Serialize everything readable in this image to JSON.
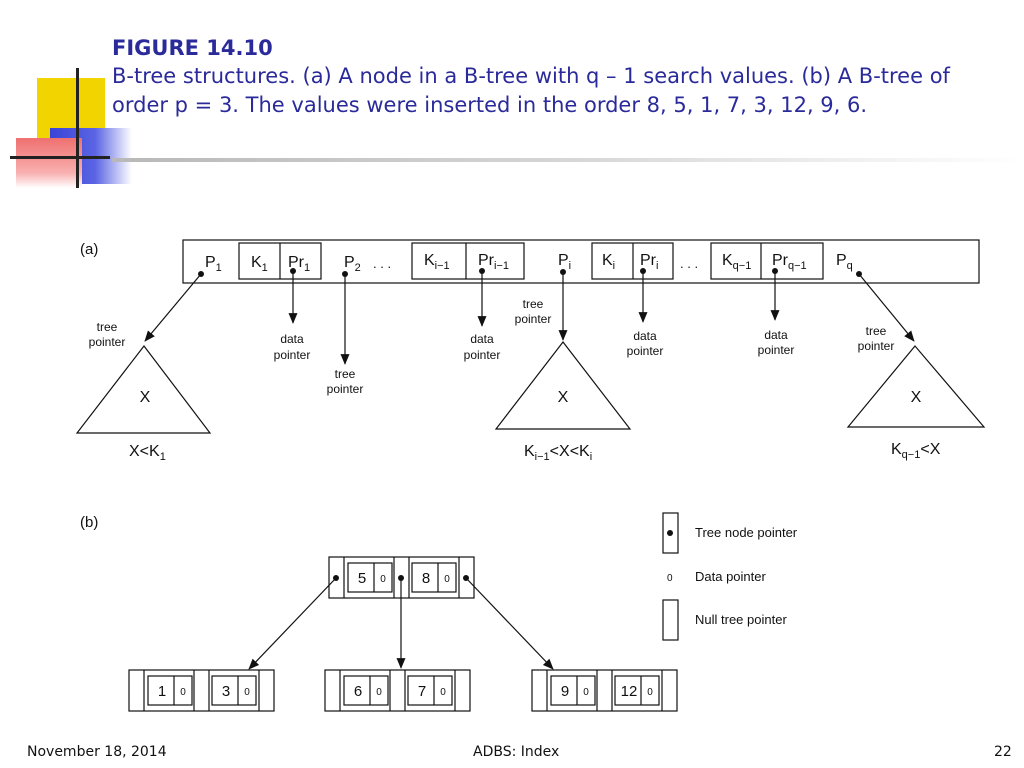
{
  "slide": {
    "figure_title": "FIGURE 14.10",
    "caption": "B-tree structures. (a) A node in a B-tree with q – 1 search  values. (b) A B-tree of order p = 3. The values were inserted in the order 8, 5, 1, 7, 3, 12, 9, 6."
  },
  "part_a": {
    "label": "(a)",
    "ellipsis": ". . .",
    "tree_pointer_line1": "tree",
    "tree_pointer_line2": "pointer",
    "data_pointer_line1": "data",
    "data_pointer_line2": "pointer",
    "subtree_symbol": "X",
    "range_left": "X<K",
    "range_left_sub": "1",
    "range_mid_k": "K",
    "range_mid_sub1": "i−1",
    "range_mid_middle": "<X<K",
    "range_mid_sub2": "i",
    "range_right_k": "K",
    "range_right_sub": "q−1",
    "range_right_tail": "<X"
  },
  "part_b": {
    "label": "(b)",
    "data_pointer_mark": "0",
    "root_keys": [
      "5",
      "8"
    ],
    "leaves": [
      [
        "1",
        "3"
      ],
      [
        "6",
        "7"
      ],
      [
        "9",
        "12"
      ]
    ],
    "legend": {
      "tree_node_pointer": "Tree node pointer",
      "data_pointer_mark": "0",
      "data_pointer": "Data pointer",
      "null_tree_pointer": "Null tree pointer"
    }
  },
  "footer": {
    "date": "November 18, 2014",
    "center": "ADBS: Index",
    "page": "22"
  },
  "colors": {
    "title_blue": "#2a2a9a",
    "deco_yellow": "#f2d400",
    "deco_blue": "#3a44d6",
    "deco_red": "#f07070"
  }
}
